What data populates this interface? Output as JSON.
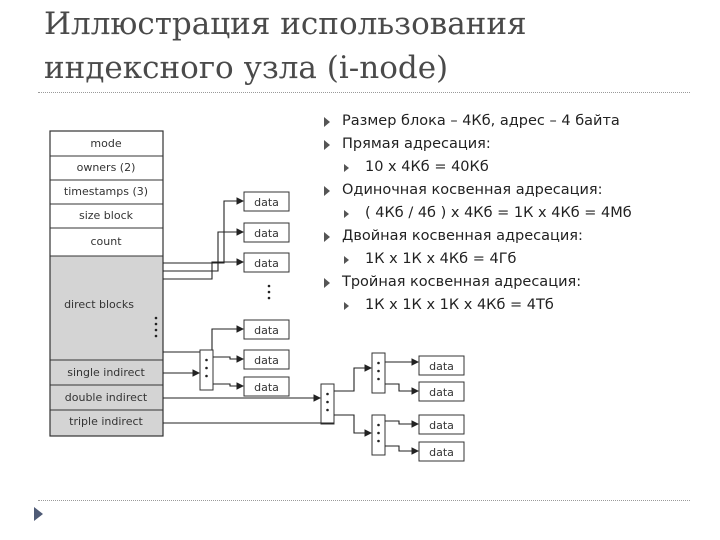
{
  "title": {
    "line1": "Иллюстрация использования",
    "line2": "индексного узла (i-node)"
  },
  "inode_fields": [
    "mode",
    "owners (2)",
    "timestamps (3)",
    "size block",
    "count",
    "direct blocks",
    "single indirect",
    "double indirect",
    "triple indirect"
  ],
  "data_label": "data",
  "bullets": [
    {
      "level": 1,
      "text": "Размер блока – 4Кб, адрес – 4 байта"
    },
    {
      "level": 1,
      "text": "Прямая адресация:"
    },
    {
      "level": 2,
      "text": "10 х 4Кб = 40Кб"
    },
    {
      "level": 1,
      "text": "Одиночная косвенная адресация:"
    },
    {
      "level": 2,
      "text": "( 4Кб / 4б ) х 4Кб = 1К х 4Кб = 4Мб"
    },
    {
      "level": 1,
      "text": "Двойная косвенная адресация:"
    },
    {
      "level": 2,
      "text": "1К х 1К х 4Кб = 4Гб"
    },
    {
      "level": 1,
      "text": "Тройная косвенная адресация:"
    },
    {
      "level": 2,
      "text": "1К х 1К х 1К х 4Кб = 4Тб"
    }
  ],
  "colors": {
    "title": "#4a4a4a",
    "bullet_arrow": "#555555",
    "slide_marker": "#4f5b76",
    "inode_shade": "#d4d4d4"
  }
}
